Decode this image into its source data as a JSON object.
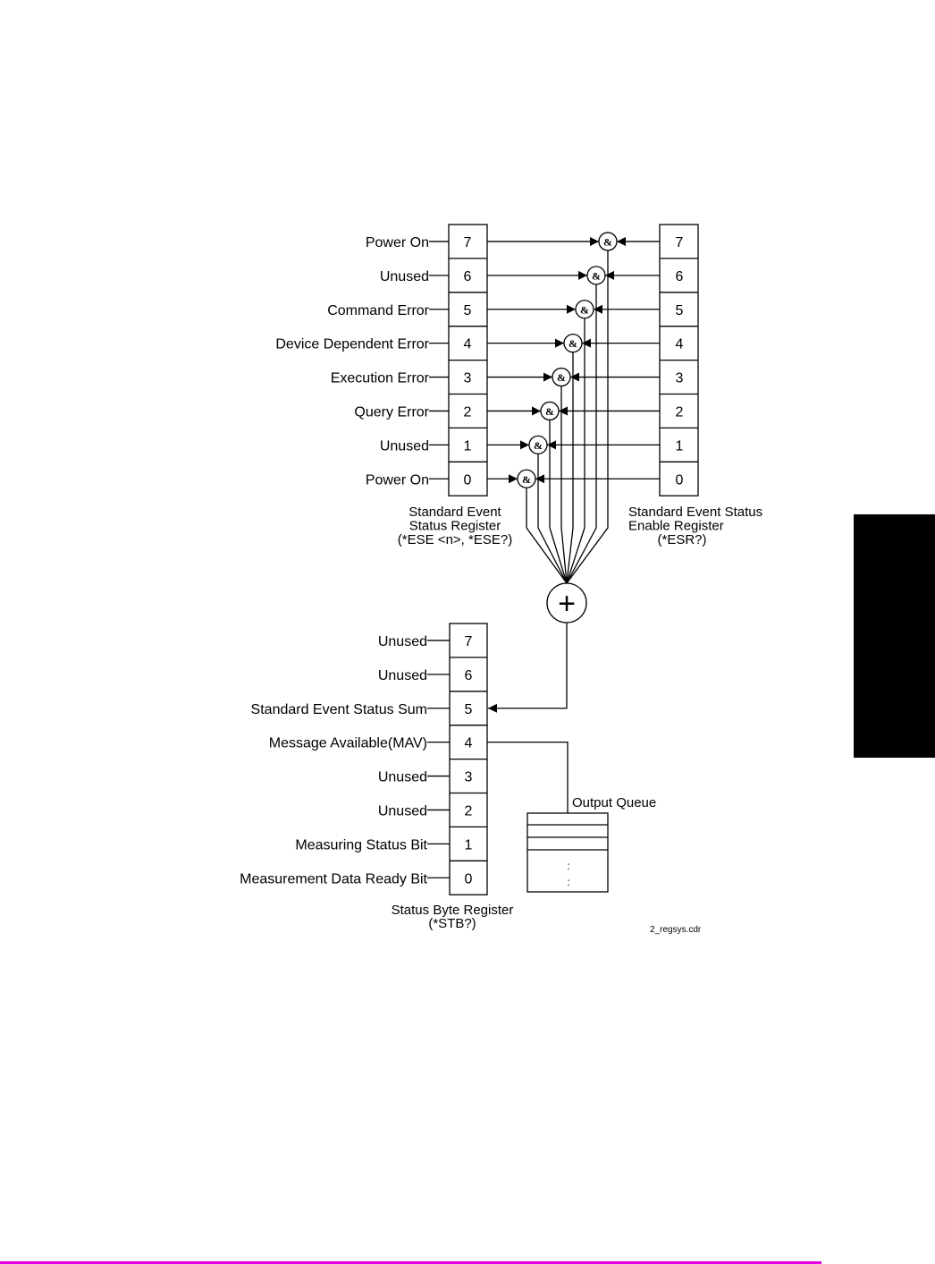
{
  "colors": {
    "line": "#000000",
    "side_tab": "#000000",
    "footer_rule": "#e600e6"
  },
  "ese_register": {
    "caption": [
      "Standard Event",
      "Status Register",
      "(*ESE <n>, *ESE?)"
    ],
    "bits": [
      {
        "bit": "7",
        "label": "Power On"
      },
      {
        "bit": "6",
        "label": "Unused"
      },
      {
        "bit": "5",
        "label": "Command Error"
      },
      {
        "bit": "4",
        "label": "Device Dependent Error"
      },
      {
        "bit": "3",
        "label": "Execution Error"
      },
      {
        "bit": "2",
        "label": "Query Error"
      },
      {
        "bit": "1",
        "label": "Unused"
      },
      {
        "bit": "0",
        "label": "Power On"
      }
    ]
  },
  "enable_register": {
    "caption": [
      "Standard Event Status",
      "Enable Register",
      "(*ESR?)"
    ],
    "bits": [
      "7",
      "6",
      "5",
      "4",
      "3",
      "2",
      "1",
      "0"
    ]
  },
  "and_gate_symbol": "&",
  "or_gate_symbol": "+",
  "status_byte_register": {
    "caption": [
      "Status Byte Register",
      "(*STB?)"
    ],
    "bits": [
      {
        "bit": "7",
        "label": "Unused"
      },
      {
        "bit": "6",
        "label": "Unused"
      },
      {
        "bit": "5",
        "label": "Standard Event Status Sum"
      },
      {
        "bit": "4",
        "label": "Message Available(MAV)"
      },
      {
        "bit": "3",
        "label": "Unused"
      },
      {
        "bit": "2",
        "label": "Unused"
      },
      {
        "bit": "1",
        "label": "Measuring Status Bit"
      },
      {
        "bit": "0",
        "label": "Measurement Data Ready Bit"
      }
    ]
  },
  "output_queue": {
    "label": "Output Queue",
    "ellipsis": ":"
  },
  "file_name": "2_regsys.cdr"
}
